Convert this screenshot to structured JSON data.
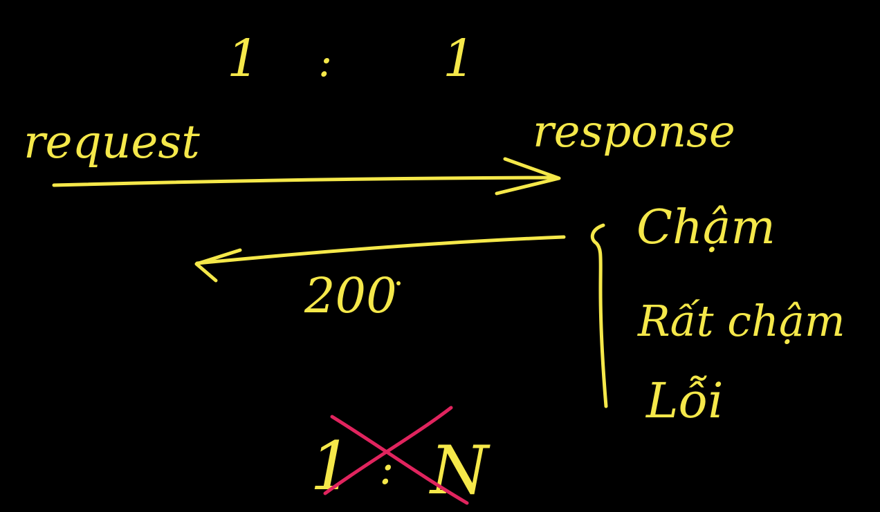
{
  "colors": {
    "background": "#000000",
    "ink": "#f5e84a",
    "strike": "#e0245e"
  },
  "ratio_top": {
    "left": "1",
    "separator": ":",
    "right": "1"
  },
  "labels": {
    "request": "request",
    "response": "response",
    "status": "200"
  },
  "outcomes": [
    "Chậm",
    "Rất chậm",
    "Lỗi"
  ],
  "ratio_bottom": {
    "left": "1",
    "separator": ":",
    "right": "N",
    "crossed_out": true
  }
}
